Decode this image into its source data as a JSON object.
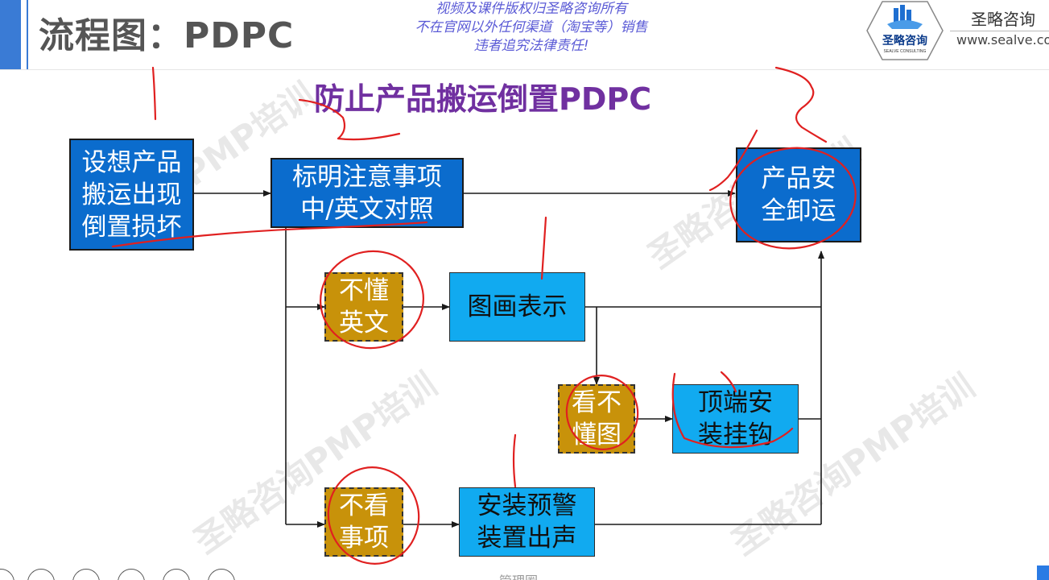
{
  "slide": {
    "title": "流程图：PDPC",
    "copyright_lines": [
      "视频及课件版权归圣略咨询所有",
      "不在官网以外任何渠道（淘宝等）销售",
      "违者追究法律责任!"
    ]
  },
  "brand": {
    "name": "圣略咨询",
    "url": "www.sealve.co",
    "logo_text": "圣略咨询",
    "logo_subtext": "SEALVE CONSULTING"
  },
  "diagram": {
    "title": "防止产品搬运倒置PDPC",
    "nodes": {
      "start": [
        "设想产品",
        "搬运出现",
        "倒置损坏"
      ],
      "mark": [
        "标明注意事项",
        "中/英文对照"
      ],
      "goal": [
        "产品安",
        "全卸运"
      ],
      "no_english": [
        "不懂",
        "英文"
      ],
      "pictogram": [
        "图画表示"
      ],
      "no_picture": [
        "看不",
        "懂图"
      ],
      "hook": [
        "顶端安",
        "装挂钩"
      ],
      "no_read": [
        "不看",
        "事项"
      ],
      "alarm": [
        "安装预警",
        "装置出声"
      ]
    }
  },
  "watermarks": [
    "PMP培训",
    "圣略咨询",
    "圣略咨询PMP培训",
    "圣略咨询PMP培训",
    "培训"
  ],
  "colors": {
    "dark_box": "#0b6ccd",
    "light_box": "#11aaf0",
    "gold_box": "#c8920a",
    "title_purple": "#7030a0",
    "annotation_red": "#e02020",
    "accent_blue": "#3a7bd5"
  },
  "bottom": {
    "label": "管理圈"
  }
}
